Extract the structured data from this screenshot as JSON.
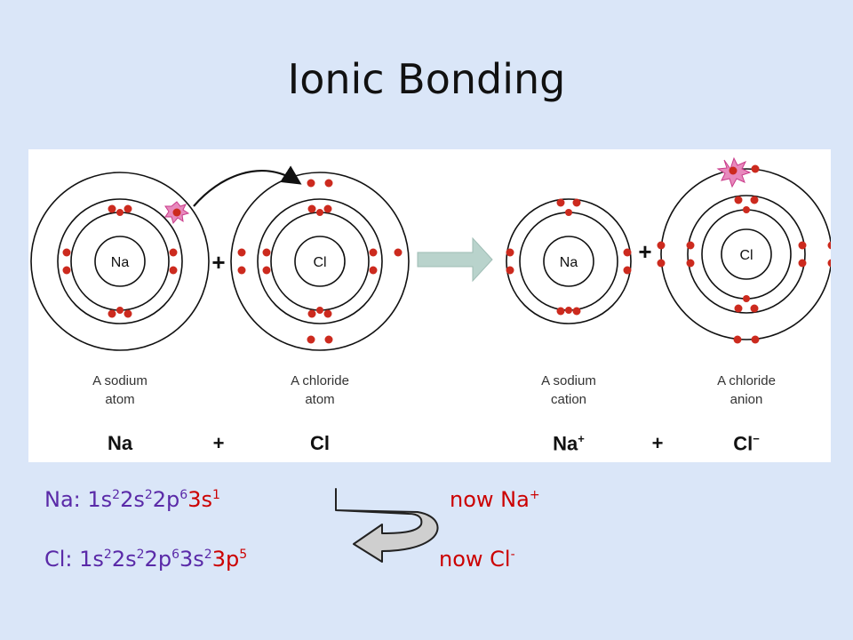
{
  "title": "Ionic Bonding",
  "diagram": {
    "nucleus_labels": {
      "na_atom": "Na",
      "cl_atom": "Cl",
      "na_ion": "Na",
      "cl_ion": "Cl"
    },
    "plus": "+",
    "captions": {
      "na_atom": [
        "A sodium",
        "atom"
      ],
      "cl_atom": [
        "A chloride",
        "atom"
      ],
      "na_cation": [
        "A sodium",
        "cation"
      ],
      "cl_anion": [
        "A chloride",
        "anion"
      ]
    },
    "equation": {
      "na": "Na",
      "plus1": "+",
      "cl": "Cl",
      "na_ion_symbol": "Na",
      "na_ion_charge": "+",
      "plus2": "+",
      "cl_ion_symbol": "Cl",
      "cl_ion_charge": "−"
    },
    "colors": {
      "electron": "#cc2a1e",
      "transferred_electron": "#e0559e",
      "arrow": "#b9d3cc"
    }
  },
  "config": {
    "na": {
      "label": "Na: 1s",
      "e1": "2",
      "p2": "2s",
      "e2": "2",
      "p3": "2p",
      "e3": "6",
      "valence": "3s",
      "valence_e": "1"
    },
    "cl": {
      "label": "Cl: 1s",
      "e1": "2",
      "p2": "2s",
      "e2": "2",
      "p3": "2p",
      "e3": "6",
      "p4": "3s",
      "e4": "2",
      "valence": "3p",
      "valence_e": "5"
    },
    "na_now": "now Na",
    "na_now_charge": "+",
    "cl_now": "now Cl",
    "cl_now_charge": "-"
  }
}
